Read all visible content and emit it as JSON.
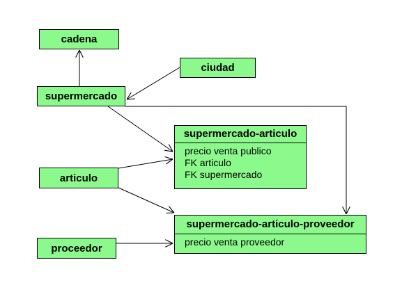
{
  "entities": {
    "cadena": "cadena",
    "ciudad": "ciudad",
    "supermercado": "supermercado",
    "articulo": "articulo",
    "proceedor": "proceedor",
    "supermercado_articulo": {
      "title": "supermercado-articulo",
      "attributes": [
        "precio venta publico",
        "FK articulo",
        "FK supermercado"
      ]
    },
    "supermercado_articulo_proveedor": {
      "title": "supermercado-articulo-proveedor",
      "attributes": [
        "precio venta proveedor"
      ]
    }
  },
  "colors": {
    "entity_fill": "#8cf98c",
    "stroke": "#000000"
  }
}
